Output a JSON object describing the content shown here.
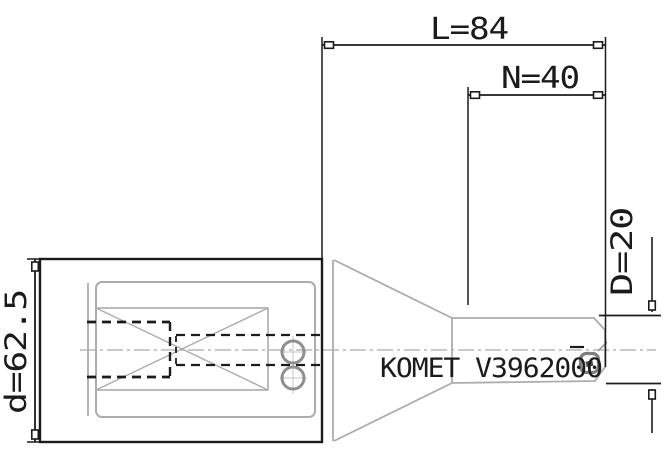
{
  "drawing": {
    "tool_label": "KOMET V3962000",
    "dimensions": {
      "overall_length": {
        "label": "L=84"
      },
      "neck_length": {
        "label": "N=40"
      },
      "shank_diameter": {
        "label": "D=20"
      },
      "body_diameter": {
        "label": "d=62.5"
      }
    },
    "colors": {
      "line": "#1b1b1b",
      "detail": "#acacac",
      "mid": "#8f8f8f",
      "background": "#ffffff"
    }
  }
}
